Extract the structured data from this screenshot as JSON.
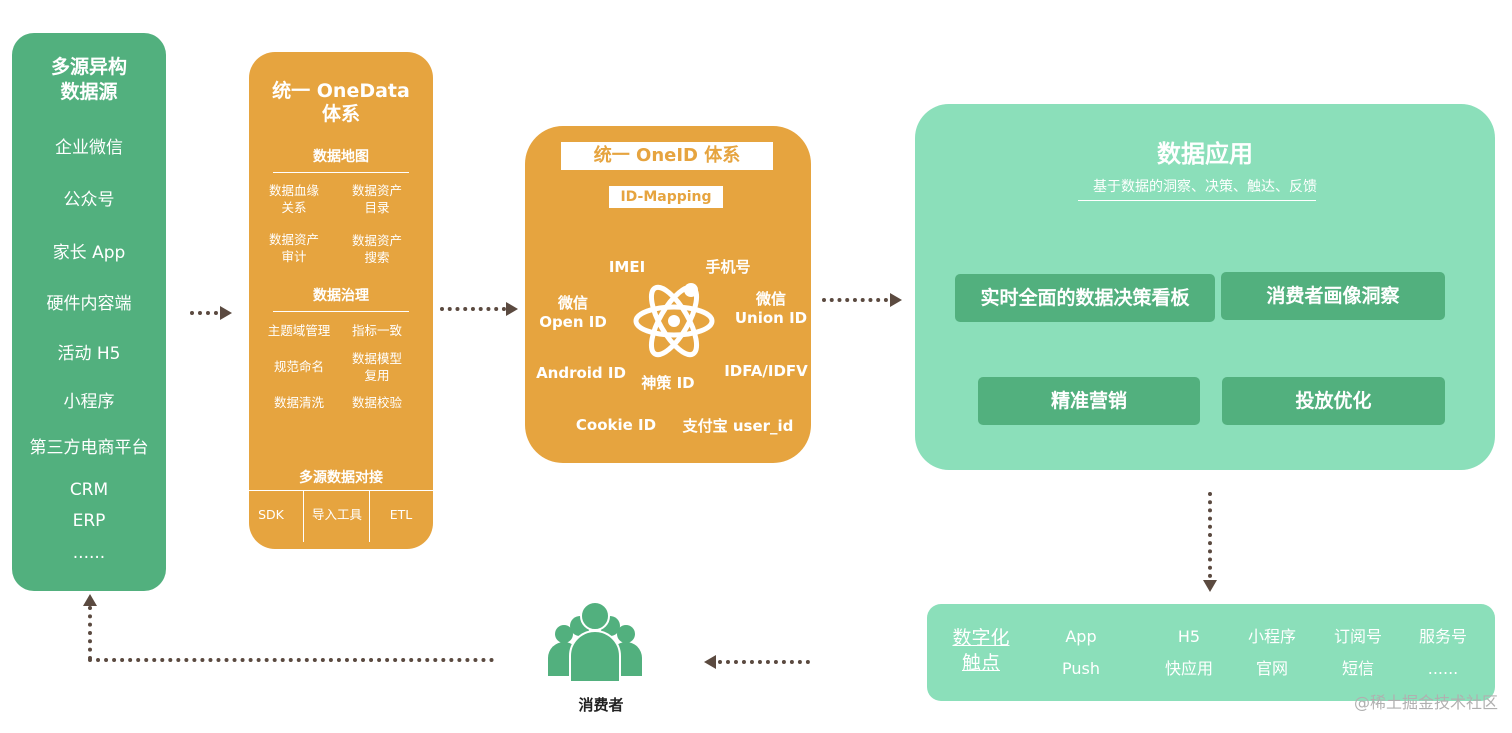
{
  "sources": {
    "title": [
      "多源异构",
      "数据源"
    ],
    "items": [
      "企业微信",
      "公众号",
      "家长 App",
      "硬件内容端",
      "活动 H5",
      "小程序",
      "第三方电商平台",
      "CRM",
      "ERP",
      "......"
    ]
  },
  "onedata": {
    "title": [
      "统一 OneData",
      "体系"
    ],
    "map_title": "数据地图",
    "map_items": [
      [
        "数据血缘",
        "关系"
      ],
      [
        "数据资产",
        "目录"
      ],
      [
        "数据资产",
        "审计"
      ],
      [
        "数据资产",
        "搜索"
      ]
    ],
    "gov_title": "数据治理",
    "gov_items": [
      "主题域管理",
      "指标一致",
      "规范命名",
      [
        "数据模型",
        "复用"
      ],
      "数据清洗",
      "数据校验"
    ],
    "connect_title": "多源数据对接",
    "connect_items": [
      "SDK",
      "导入工具",
      "ETL"
    ]
  },
  "oneid": {
    "title": "统一 OneID 体系",
    "mapping": "ID-Mapping",
    "ids": {
      "imei": "IMEI",
      "phone": "手机号",
      "wechat_open": [
        "微信",
        "Open ID"
      ],
      "wechat_union": [
        "微信",
        "Union ID"
      ],
      "android": "Android ID",
      "shence": "神策 ID",
      "idfa": "IDFA/IDFV",
      "cookie": "Cookie ID",
      "alipay": "支付宝 user_id"
    }
  },
  "apps": {
    "title": "数据应用",
    "subtitle": "基于数据的洞察、决策、触达、反馈",
    "items": [
      "实时全面的数据决策看板",
      "消费者画像洞察",
      "精准营销",
      "投放优化"
    ]
  },
  "touch": {
    "label": [
      "数字化",
      "触点"
    ],
    "items": [
      [
        "App",
        "Push"
      ],
      [
        "H5",
        "快应用"
      ],
      [
        "小程序",
        "官网"
      ],
      [
        "订阅号",
        "短信"
      ],
      [
        "服务号",
        "......"
      ]
    ]
  },
  "consumer": {
    "label": "消费者"
  },
  "credit": "@稀土掘金技术社区",
  "colors": {
    "green": "#52b07e",
    "light_green": "#8bdfba",
    "orange": "#e6a43f",
    "arrow": "#5b4a40"
  }
}
